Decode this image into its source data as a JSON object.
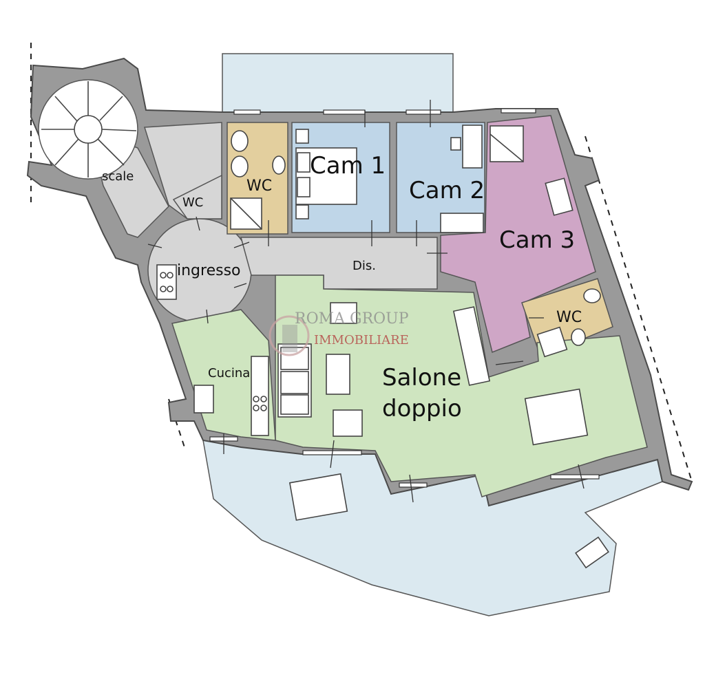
{
  "colors": {
    "terrace": "#dbe9f0",
    "bath": "#e3cf9e",
    "bedroom": "#bfd6e8",
    "master": "#cfa6c6",
    "living": "#cfe5c0",
    "circulation": "#d6d6d6",
    "wall": "#9a9a9a",
    "watermark": "#b23a3a"
  },
  "rooms": {
    "scale": "scale",
    "wc_small": "WC",
    "wc_main": "WC",
    "cam1": "Cam 1",
    "cam2": "Cam 2",
    "cam3": "Cam 3",
    "ingresso": "ingresso",
    "dis": "Dis.",
    "wc_cam3": "WC",
    "cucina": "Cucina",
    "salone_line1": "Salone",
    "salone_line2": "doppio"
  },
  "watermark": {
    "line1": "ROMA GROUP",
    "line2": "IMMOBILIARE"
  }
}
